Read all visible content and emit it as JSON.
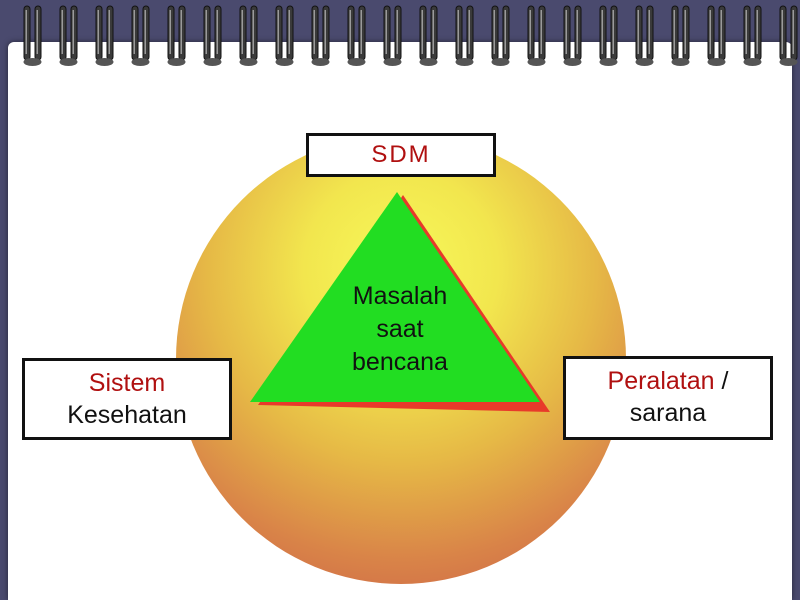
{
  "diagram": {
    "top_label": "SDM",
    "center_lines": [
      "Masalah",
      "saat",
      "bencana"
    ],
    "left_label": {
      "line1": "Sistem",
      "line2": "Kesehatan"
    },
    "right_label": {
      "line1_part1": "Peralatan",
      "line1_part2": " /",
      "line2": "sarana"
    }
  },
  "colors": {
    "triangle_fill": "#22dd22",
    "triangle_shadow": "#e83a2a",
    "highlight_text": "#b01010",
    "circle_top": "#f7f95a",
    "circle_bottom": "#c95a4a"
  }
}
